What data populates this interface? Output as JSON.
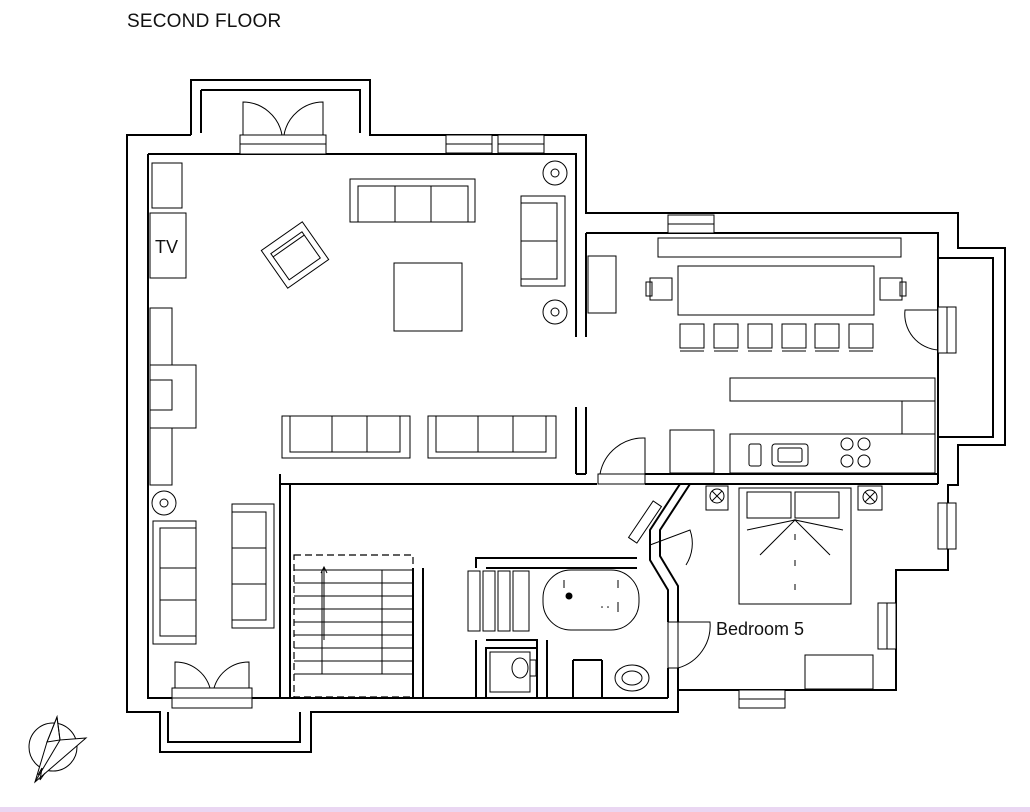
{
  "floor_title": "SECOND FLOOR",
  "labels": {
    "tv": "TV",
    "bedroom": "Bedroom 5"
  },
  "icons": {
    "north_arrow": "north-arrow-icon"
  }
}
